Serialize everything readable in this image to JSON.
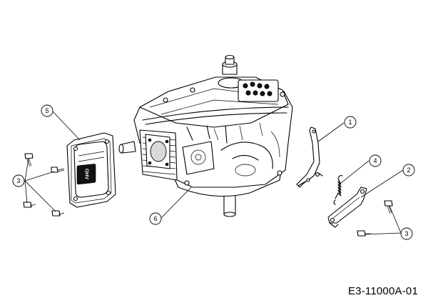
{
  "callouts": [
    {
      "id": "c1",
      "label": "1"
    },
    {
      "id": "c2",
      "label": "2"
    },
    {
      "id": "c3a",
      "label": "3"
    },
    {
      "id": "c3b",
      "label": "3"
    },
    {
      "id": "c4",
      "label": "4"
    },
    {
      "id": "c5",
      "label": "5"
    },
    {
      "id": "c6",
      "label": "6"
    }
  ],
  "drawing_code": "E3-11000A-01",
  "valve_cover_badge": "OHV"
}
